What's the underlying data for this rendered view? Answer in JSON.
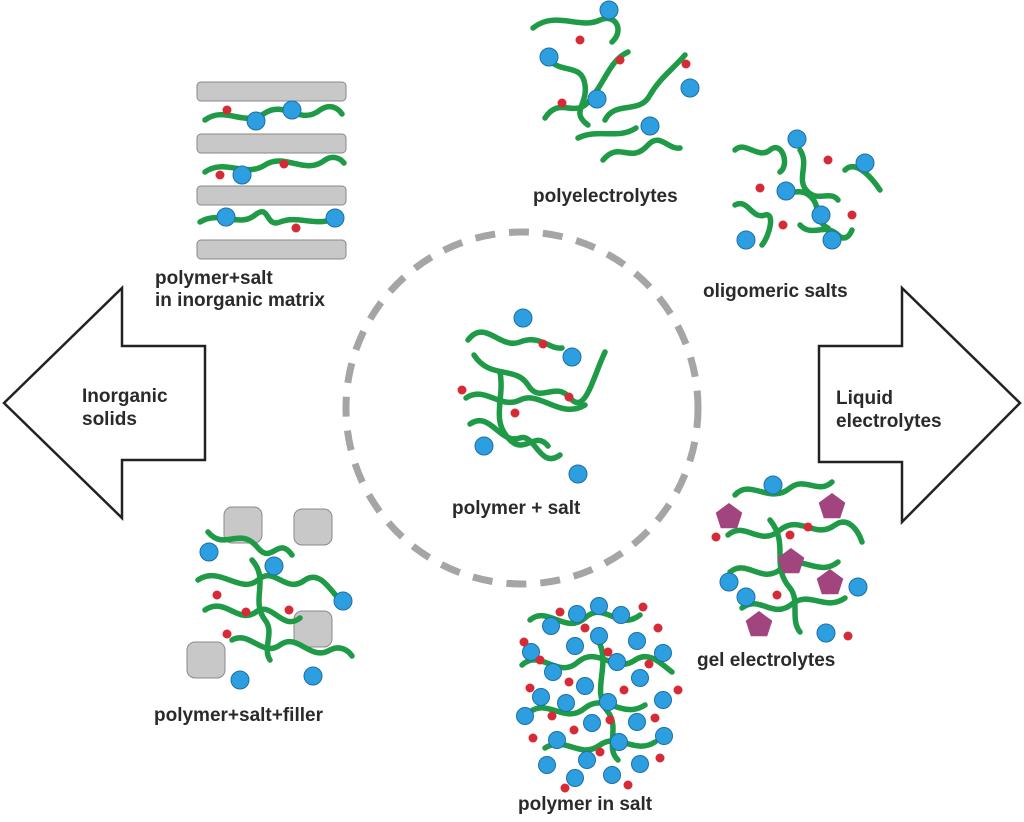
{
  "center": {
    "label": "polymer + salt"
  },
  "left_arrow": {
    "line1": "Inorganic",
    "line2": "solids"
  },
  "right_arrow": {
    "line1": "Liquid",
    "line2": "electrolytes"
  },
  "clusters": {
    "inorganic_matrix": {
      "line1": "polymer+salt",
      "line2": "in inorganic matrix"
    },
    "filler": {
      "label": "polymer+salt+filler"
    },
    "polyelectrolytes": {
      "label": "polyelectrolytes"
    },
    "oligomeric_salts": {
      "label": "oligomeric salts"
    },
    "gel_electrolytes": {
      "label": "gel electrolytes"
    },
    "polymer_in_salt": {
      "label": "polymer in salt"
    }
  },
  "colors": {
    "chain": "#1f9a47",
    "anion": "#d62b37",
    "cation": "#2d9fe0",
    "cation_stroke": "#1c6fa6",
    "inorganic_layer": "#c8c8c8",
    "filler_particle": "#c8c8c8",
    "solvent_molecule": "#a2457e",
    "dashed_circle": "#a5a5a5",
    "arrow_outline": "#222222"
  }
}
